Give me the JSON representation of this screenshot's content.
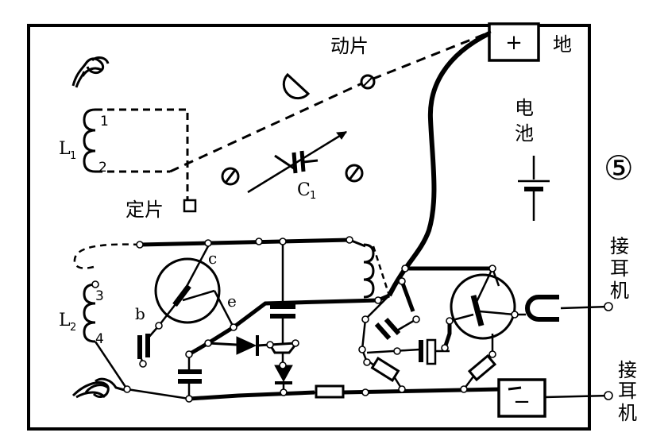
{
  "labels": {
    "moving_plate": "动片",
    "ground": "地",
    "battery": "电\n池",
    "battery_char1": "电",
    "battery_char2": "池",
    "fixed_plate": "定片",
    "capacitor_c1": "C",
    "capacitor_c1_sub": "1",
    "coil_l1": "L",
    "coil_l1_sub": "1",
    "coil_l2": "L",
    "coil_l2_sub": "2",
    "pin_1": "1",
    "pin_2": "2",
    "pin_3": "3",
    "pin_4": "4",
    "collector": "c",
    "base": "b",
    "emitter": "e",
    "plus": "+",
    "minus": "−",
    "step_number": "⑤",
    "earphone_top": "接\n耳\n机",
    "earphone_top_1": "接",
    "earphone_top_2": "耳",
    "earphone_top_3": "机",
    "earphone_bottom_1": "接",
    "earphone_bottom_2": "耳",
    "earphone_bottom_3": "机"
  },
  "icons": [
    "antenna-wire-icon",
    "ground-wire-icon",
    "battery-symbol-icon",
    "transistor-icon",
    "diode-icon",
    "resistor-icon",
    "capacitor-icon",
    "variable-capacitor-icon",
    "coil-icon",
    "earphone-jack-icon"
  ],
  "colors": {
    "ink": "#000000",
    "paper": "#ffffff"
  }
}
